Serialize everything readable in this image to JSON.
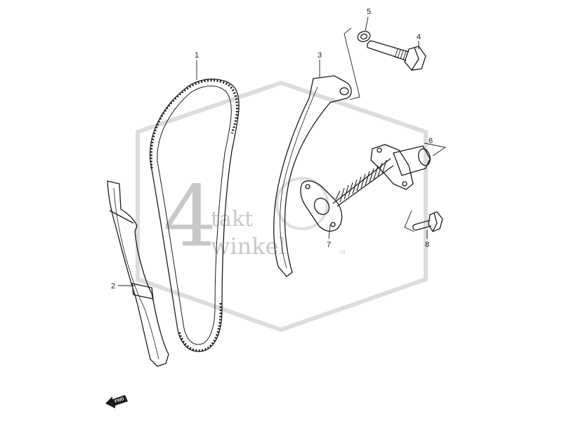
{
  "watermark": {
    "digit": "4",
    "line1": "takt",
    "line2": "winkel",
    "suffix": ".nl"
  },
  "parts": [
    {
      "id": "chain",
      "number": "1"
    },
    {
      "id": "chain-guide",
      "number": "2"
    },
    {
      "id": "tensioner-arm",
      "number": "3"
    },
    {
      "id": "pivot-bolt",
      "number": "4"
    },
    {
      "id": "washer",
      "number": "5"
    },
    {
      "id": "tensioner-adjuster",
      "number": "6"
    },
    {
      "id": "gasket",
      "number": "7"
    },
    {
      "id": "adjuster-bolt",
      "number": "8"
    }
  ],
  "fwd_marker": {
    "label": "FWD"
  }
}
